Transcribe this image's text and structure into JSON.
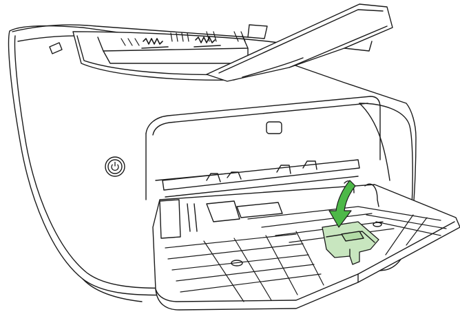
{
  "figure": {
    "subject": "printer",
    "power_button": {
      "icon": "power-icon",
      "state": "off"
    },
    "callout": {
      "icon": "curved-arrow-down-icon",
      "color": "#4db848",
      "target": "media-width-guide"
    },
    "highlight_color": "#c8e6bf",
    "line_color": "#1a1a1a",
    "body_fill": "#ffffff"
  }
}
